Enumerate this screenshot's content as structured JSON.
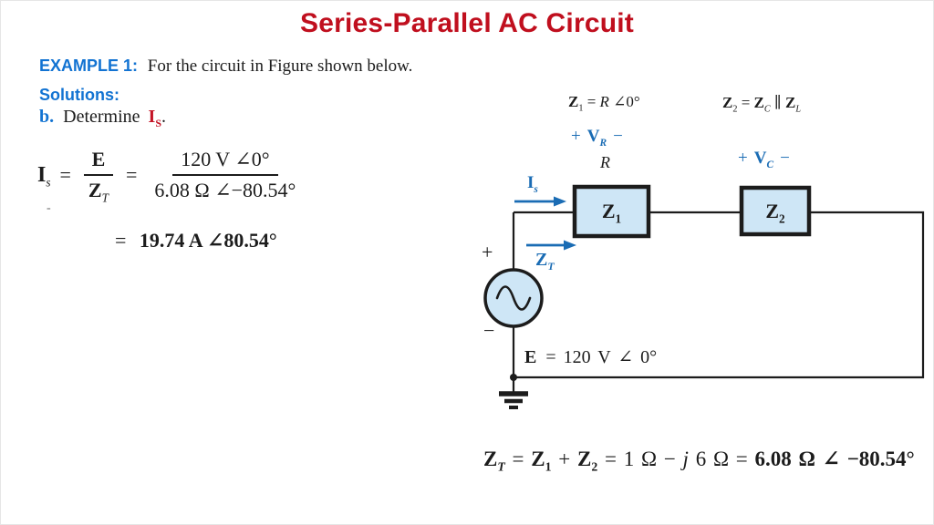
{
  "slide": {
    "title": "Series-Parallel AC Circuit",
    "example": {
      "label": "EXAMPLE 1:",
      "text": "For the circuit in Figure shown below."
    },
    "solutions_label": "Solutions:",
    "item_b": {
      "label": "b.",
      "text": "Determine",
      "var_base": "I",
      "var_sub": "S",
      "period": "."
    }
  },
  "equation_is": {
    "lhs_base": "I",
    "lhs_sub": "s",
    "eq1": "=",
    "frac1": {
      "num": "E",
      "den_base": "Z",
      "den_sub": "T"
    },
    "eq2": "=",
    "frac2": {
      "num": "120 V ∠0°",
      "den": "6.08 Ω ∠−80.54°"
    },
    "result_eq": "=",
    "result": "19.74 A ∠80.54°",
    "stray_dash": "-"
  },
  "circuit": {
    "z1_def": {
      "base": "Z",
      "sub": "1",
      "eq": " = ",
      "r": "R",
      "angle": " ∠0°"
    },
    "z2_def": {
      "base": "Z",
      "sub": "2",
      "eq": " = ",
      "zc": "Z",
      "zc_sub": "C",
      "par": " ∥ ",
      "zl": "Z",
      "zl_sub": "L"
    },
    "vr": {
      "plus": "+",
      "base": "V",
      "sub": "R",
      "minus": "−"
    },
    "r_label": "R",
    "vc": {
      "plus": "+",
      "base": "V",
      "sub": "C",
      "minus": "−"
    },
    "is_label": {
      "base": "I",
      "sub": "s"
    },
    "zt_label": {
      "base": "Z",
      "sub": "T"
    },
    "z1_box": {
      "base": "Z",
      "sub": "1"
    },
    "z2_box": {
      "base": "Z",
      "sub": "2"
    },
    "source_plus": "+",
    "source_minus": "−",
    "e_label": {
      "base": "E",
      "rest": "=  120 V ∠ 0°"
    }
  },
  "equation_zt": {
    "t1_base": "Z",
    "t1_sub": "T",
    "eq1": " = ",
    "t2_base": "Z",
    "t2_sub": "1",
    "plus": " + ",
    "t3_base": "Z",
    "t3_sub": "2",
    "eq2": " = 1 Ω − ",
    "j": "j",
    "after_j": " 6 Ω = ",
    "bold_result": "6.08 Ω ∠ −80.54°"
  },
  "colors": {
    "title_red": "#c00f1e",
    "heading_blue": "#1273d2",
    "circuit_blue": "#1a6cb4",
    "box_fill": "#cee6f6",
    "text_ink": "#1c1c1c",
    "var_red": "#c41425"
  }
}
